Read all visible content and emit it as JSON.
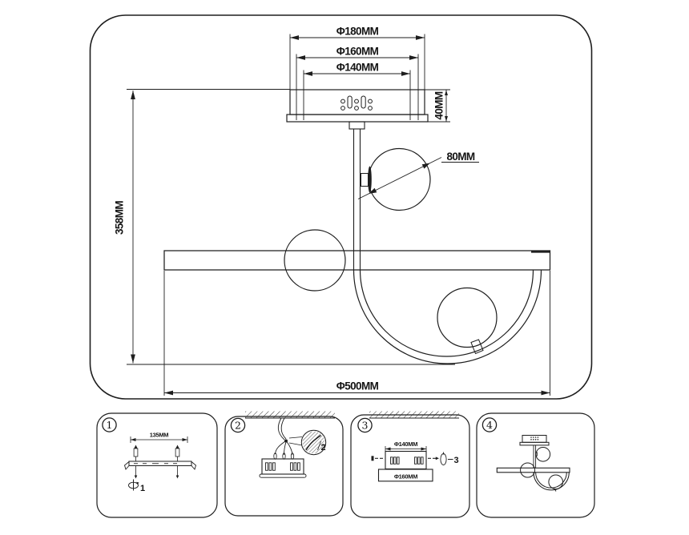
{
  "colors": {
    "line": "#1e1e1e",
    "background": "#ffffff"
  },
  "main_diagram": {
    "dim_180": "Φ180MM",
    "dim_160": "Φ160MM",
    "dim_140": "Φ140MM",
    "dim_40": "40MM",
    "dim_80": "80MM",
    "dim_358": "358MM",
    "dim_500": "Φ500MM"
  },
  "panels": [
    {
      "number": "1",
      "dim_135": "135MM",
      "step": "1"
    },
    {
      "number": "2",
      "detail": "2"
    },
    {
      "number": "3",
      "dim_140": "Φ140MM",
      "dim_160": "Φ160MM",
      "step": "3"
    },
    {
      "number": "4"
    }
  ]
}
